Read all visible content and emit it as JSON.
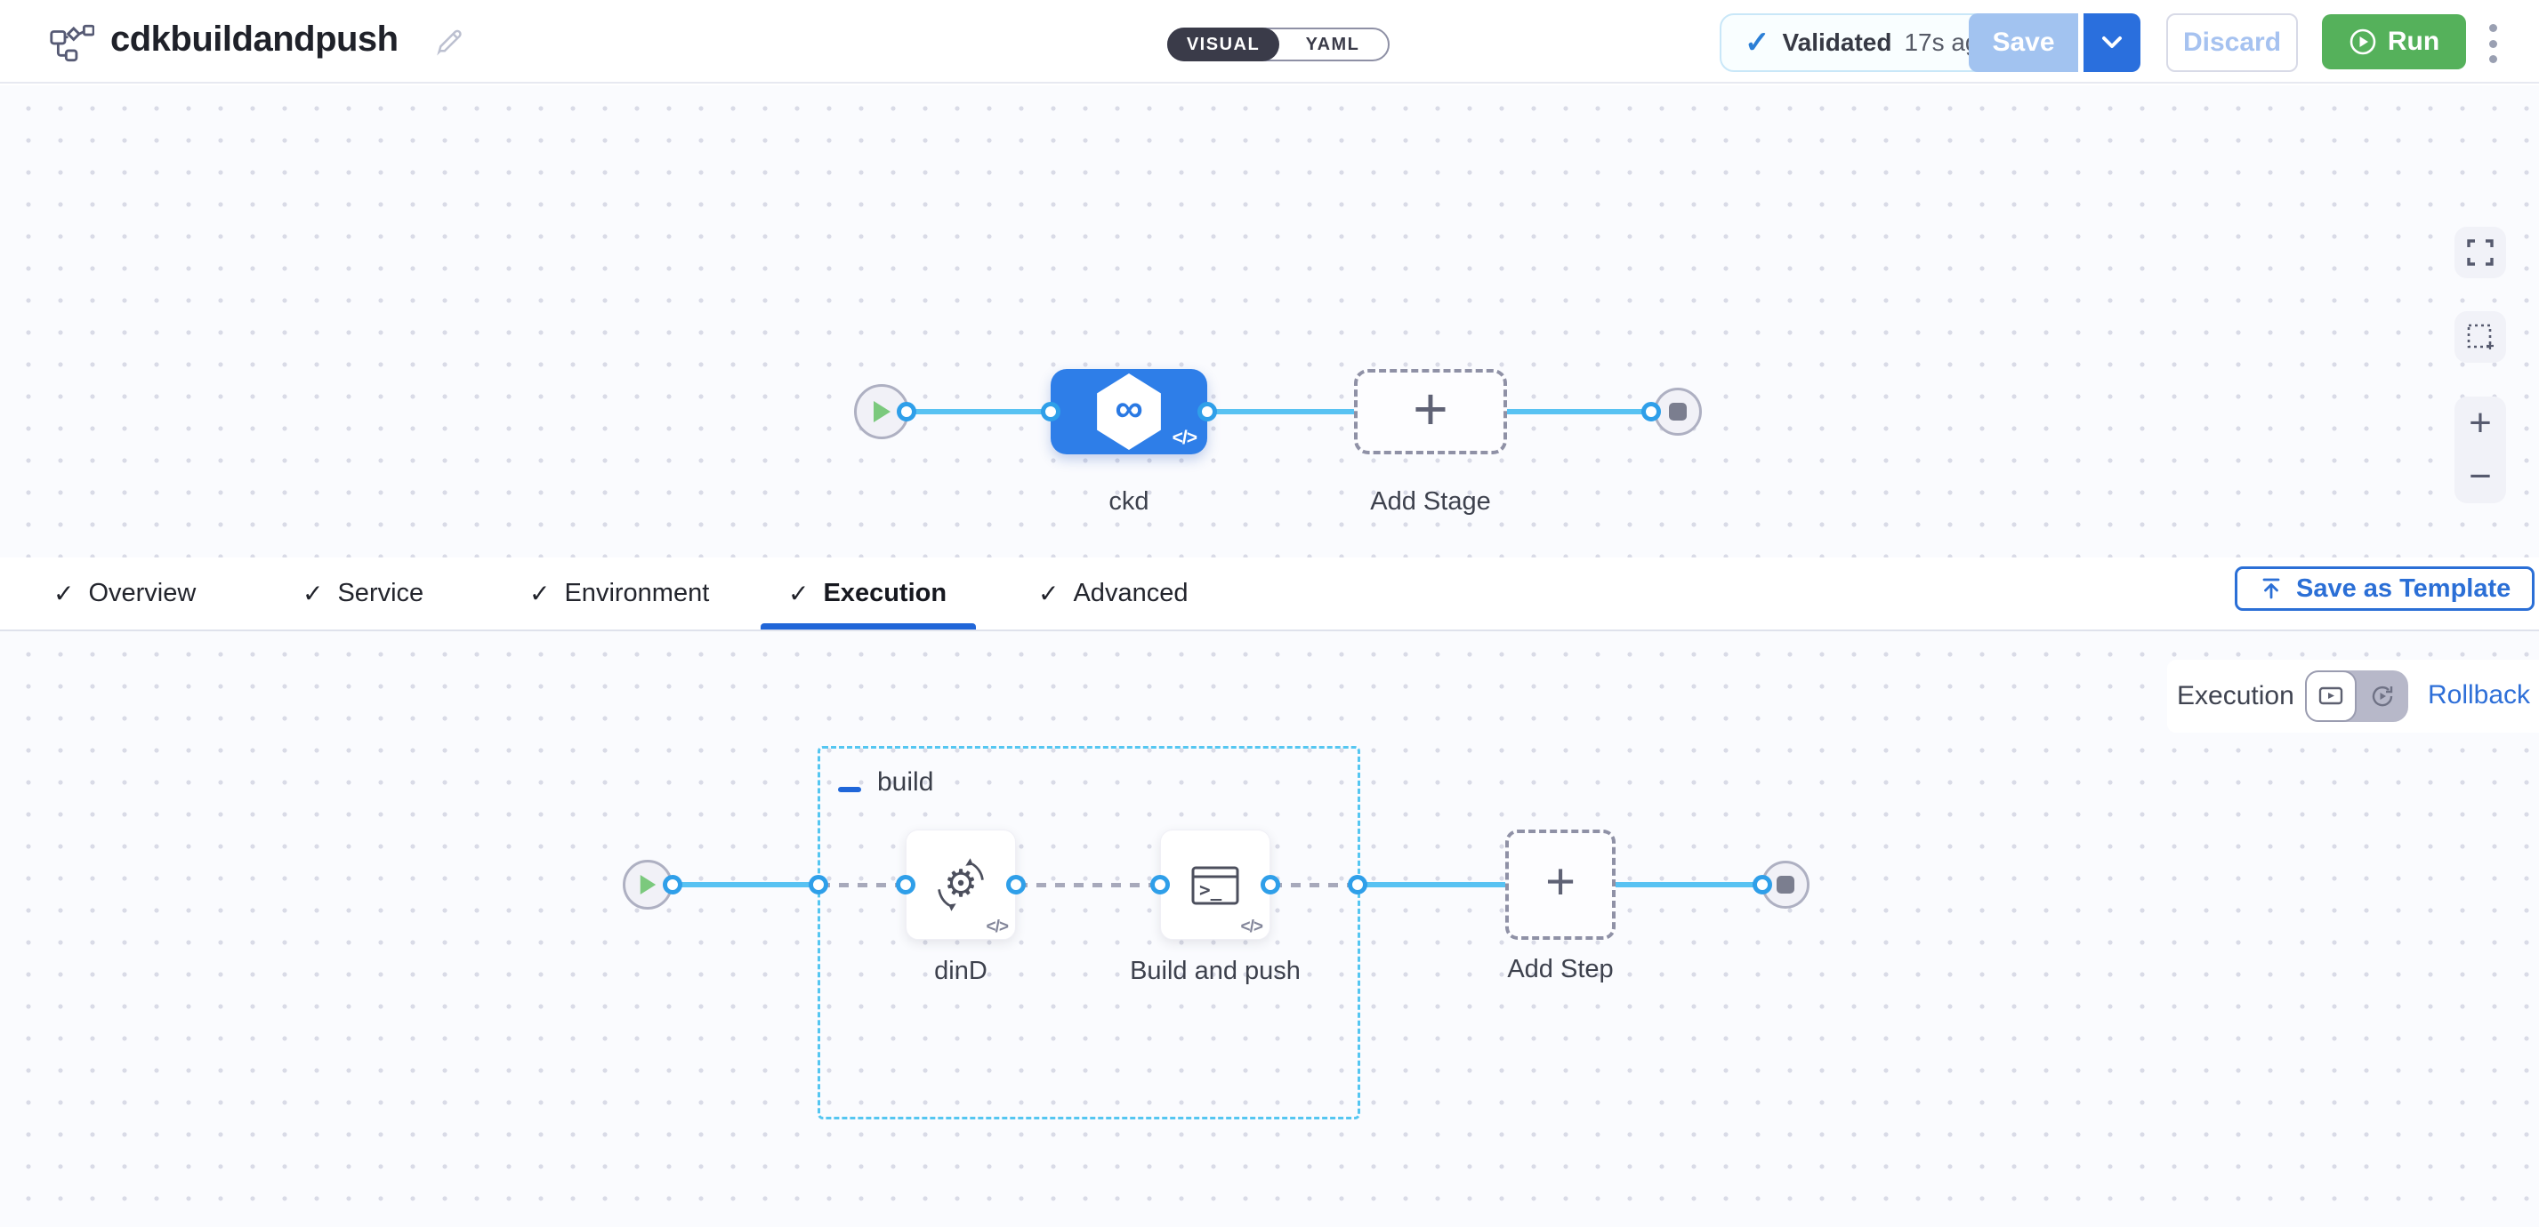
{
  "header": {
    "title": "cdkbuildandpush",
    "view_toggle": {
      "options": [
        "VISUAL",
        "YAML"
      ],
      "selected": "VISUAL"
    },
    "validation": {
      "status": "Validated",
      "time_ago": "17s ago"
    },
    "buttons": {
      "save": "Save",
      "discard": "Discard",
      "run": "Run"
    }
  },
  "pipeline_canvas": {
    "stages": [
      {
        "name": "ckd"
      }
    ],
    "add_stage_label": "Add Stage"
  },
  "tab_bar": {
    "tabs": [
      {
        "label": "Overview",
        "checked": true
      },
      {
        "label": "Service",
        "checked": true
      },
      {
        "label": "Environment",
        "checked": true
      },
      {
        "label": "Execution",
        "checked": true,
        "active": true
      },
      {
        "label": "Advanced",
        "checked": true
      }
    ],
    "save_as_template": "Save as Template"
  },
  "execution_tab": {
    "mode_label": "Execution",
    "rollback_label": "Rollback",
    "step_group": {
      "name": "build",
      "steps": [
        {
          "name": "dinD"
        },
        {
          "name": "Build and push"
        }
      ]
    },
    "add_step_label": "Add Step"
  },
  "icons": {
    "check": "✓",
    "plus": "+",
    "minus": "−",
    "infinity": "∞",
    "code": "</>",
    "gear": "⚙",
    "terminal_prompt": ">_"
  },
  "colors": {
    "stage_blue": "#2e7ee8",
    "connector_blue": "#58c2f2",
    "ring_blue": "#2f9fe9",
    "run_green": "#55b15b",
    "link_blue": "#2e6fd8",
    "group_dash_blue": "#55c6f1",
    "yaml_toggle_dark": "#3a3b49"
  }
}
